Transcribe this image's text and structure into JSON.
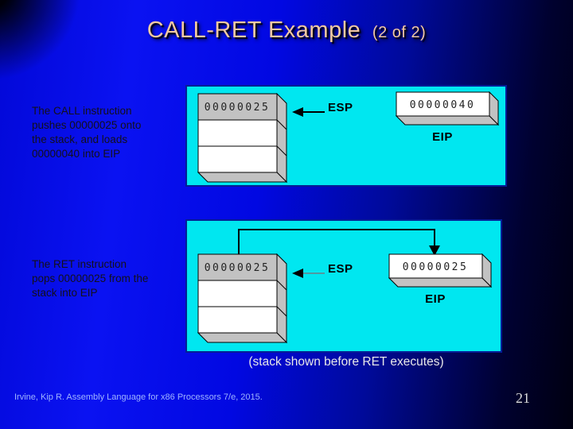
{
  "slide": {
    "title": {
      "main": "CALL-RET Example",
      "suffix": "(2 of 2)"
    },
    "annotations": [
      {
        "lines": [
          "The CALL instruction",
          "pushes 00000025 onto",
          "the stack, and loads",
          "00000040 into EIP"
        ]
      },
      {
        "lines": [
          "The RET instruction",
          "pops 00000025 from the",
          "stack into EIP"
        ]
      }
    ],
    "panels": [
      {
        "stack_top_value": "00000025",
        "esp_label": "ESP",
        "eip_value": "00000040",
        "eip_label": "EIP"
      },
      {
        "stack_top_value": "00000025",
        "esp_label": "ESP",
        "eip_value": "00000025",
        "eip_label": "EIP"
      }
    ],
    "caption": "(stack shown before RET executes)",
    "footer": "Irvine, Kip R. Assembly Language for x86 Processors 7/e, 2015.",
    "page_number": "21",
    "colors": {
      "title": "#F2C9A2",
      "panel_bg": "#00E7F0",
      "panel_border": "#051E96",
      "stack_gray": "#C2C2C2",
      "footer_text": "#9FB4FF"
    }
  }
}
